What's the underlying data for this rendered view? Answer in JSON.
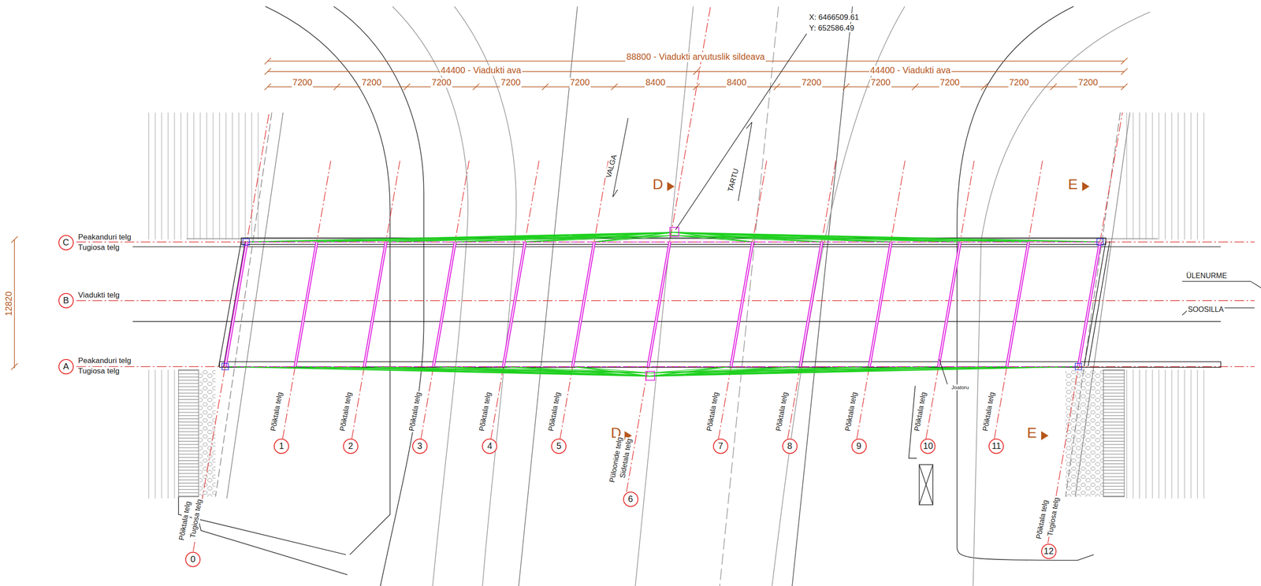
{
  "diagram": {
    "nodes": [
      {
        "text": [
          "C"
        ]
      },
      {
        "text": [
          "B"
        ]
      },
      {
        "text": [
          "A"
        ]
      },
      {
        "text": [
          "1"
        ]
      },
      {
        "text": [
          "2"
        ]
      },
      {
        "text": [
          "3"
        ]
      },
      {
        "text": [
          "4"
        ]
      },
      {
        "text": [
          "5"
        ]
      },
      {
        "text": [
          "6"
        ]
      },
      {
        "text": [
          "7"
        ]
      },
      {
        "text": [
          "8"
        ]
      },
      {
        "text": [
          "9"
        ]
      },
      {
        "text": [
          "10"
        ]
      },
      {
        "text": [
          "11"
        ]
      },
      {
        "text": [
          "0"
        ]
      },
      {
        "text": [
          "12"
        ]
      }
    ],
    "labels": [
      "X: 6466509.61",
      "Y: 652586.49",
      "88800 - Viadukti arvutuslik sildeava",
      "44400 - Viadukti ava",
      "44400 - Viadukti ava",
      "7200",
      "7200",
      "7200",
      "7200",
      "7200",
      "8400",
      "8400",
      "7200",
      "7200",
      "7200",
      "7200",
      "7200",
      "VALGA",
      "TARTU",
      "D",
      "E",
      "D",
      "E",
      "12820",
      "Peakanduri telg",
      "Tugiosa telg",
      "Viadukti telg",
      "Peakanduri telg",
      "Tugiosa telg",
      "ÜLENURME",
      "SOOSILLA",
      "Põiktala telg",
      "Põiktala telg",
      "Põiktala telg",
      "Põiktala telg",
      "Põiktala telg",
      "Püloonide telg",
      "Sidetala telg",
      "Põiktala telg",
      "Põiktala telg",
      "Põiktala telg",
      "Põiktala telg",
      "Põiktala telg",
      "Põiktala telg",
      "Tugiosa telg",
      "Põiktala telg",
      "Tugiosa telg",
      "Joatoru"
    ]
  }
}
